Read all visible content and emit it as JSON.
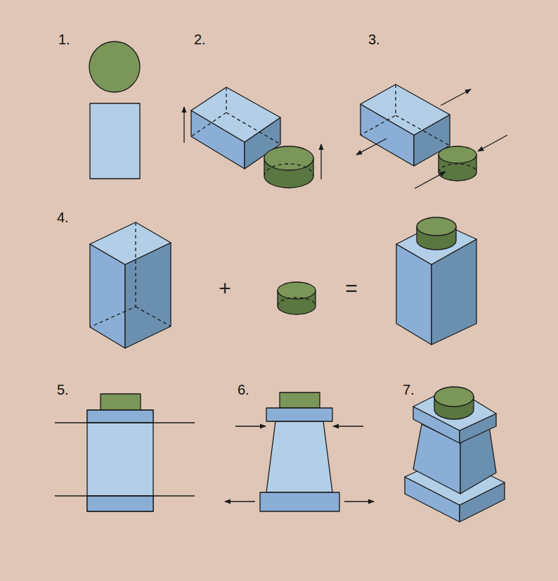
{
  "diagram": {
    "labels": [
      "1.",
      "2.",
      "3.",
      "4.",
      "+",
      "=",
      "5.",
      "6.",
      "7."
    ]
  }
}
